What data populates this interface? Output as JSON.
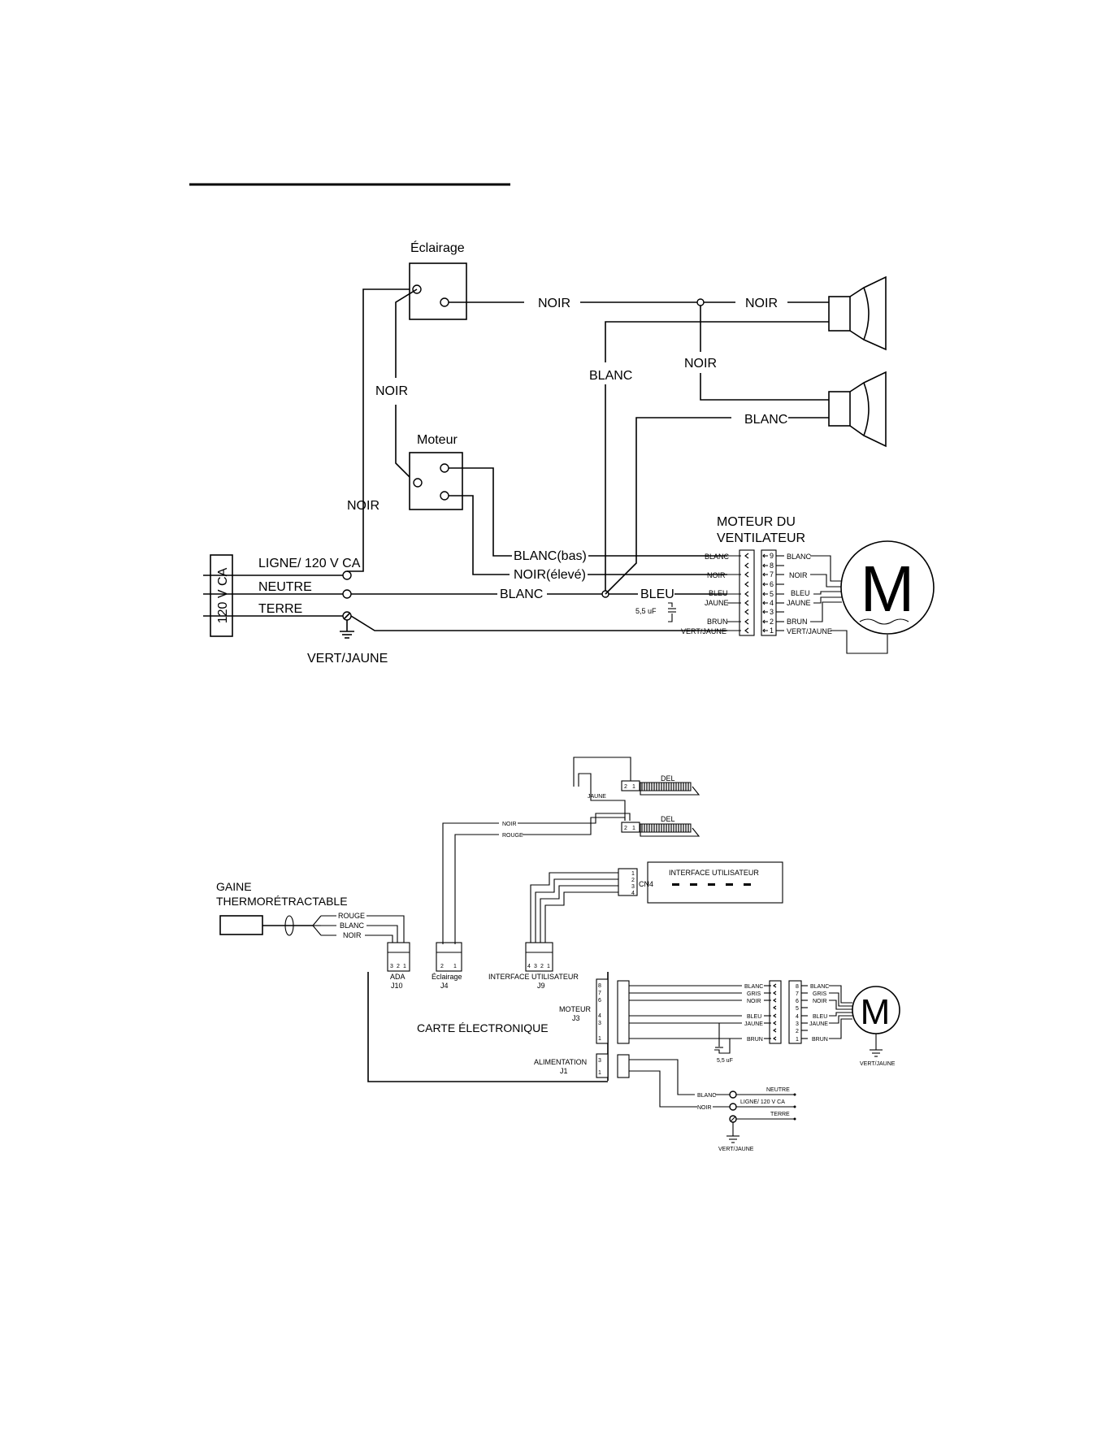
{
  "top": {
    "switch_light_label": "Éclairage",
    "switch_motor_label": "Moteur",
    "noir_a": "NOIR",
    "noir_b": "NOIR",
    "noir_c": "NOIR",
    "noir_d": "NOIR",
    "noir_e": "NOIR",
    "blanc_a": "BLANC",
    "blanc_b": "BLANC",
    "blanc_c": "BLANC",
    "supply_vertical": "120 V CA",
    "ligne": "LIGNE/ 120 V CA",
    "neutre": "NEUTRE",
    "terre": "TERRE",
    "vert_jaune": "VERT/JAUNE",
    "blanc_bas": "BLANC(bas)",
    "noir_eleve": "NOIR(élevé)",
    "bleu": "BLEU",
    "motor_title_1": "MOTEUR DU",
    "motor_title_2": "VENTILATEUR",
    "motor_symbol": "M",
    "capacitor": "5,5 uF",
    "plug_left_wires": [
      "BLANC",
      "NOIR",
      "BLEU",
      "JAUNE",
      "BRUN",
      "VERT/JAUNE"
    ],
    "plug_right_wires": [
      "BLANC",
      "NOIR",
      "BLEU",
      "JAUNE",
      "BRUN",
      "VERT/JAUNE"
    ],
    "pin_numbers": [
      "9",
      "8",
      "7",
      "6",
      "5",
      "4",
      "3",
      "2",
      "1"
    ]
  },
  "bottom": {
    "sleeve_1": "GAINE",
    "sleeve_2": "THERMORÉTRACTABLE",
    "rouge": "ROUGE",
    "blanc": "BLANC",
    "noir": "NOIR",
    "ada": "ADA",
    "j10": "J10",
    "eclairage": "Éclairage",
    "j4": "J4",
    "interface_label": "INTERFACE UTILISATEUR",
    "j9": "J9",
    "board": "CARTE ÉLECTRONIQUE",
    "moteur": "MOTEUR",
    "j3": "J3",
    "alimentation": "ALIMENTATION",
    "j1": "J1",
    "del_1": "DEL",
    "del_2": "DEL",
    "jaune_led": "JAUNE",
    "noir_led": "NOIR",
    "rouge_led": "ROUGE",
    "ui_title": "INTERFACE UTILISATEUR",
    "cn4": "CN4",
    "motor_symbol": "M",
    "motor_wires_left": [
      "BLANC",
      "GRIS",
      "NOIR",
      "BLEU",
      "JAUNE",
      "BRUN"
    ],
    "motor_wires_right": [
      "BLANC",
      "GRIS",
      "NOIR",
      "BLEU",
      "JAUNE",
      "BRUN"
    ],
    "capacitor": "5,5 uF",
    "motor_ground": "VERT/JAUNE",
    "psu_blanc": "BLANC",
    "psu_noir": "NOIR",
    "psu_neutre": "NEUTRE",
    "psu_ligne": "LIGNE/ 120 V CA",
    "psu_terre": "TERRE",
    "psu_ground": "VERT/JAUNE",
    "j10_pins": [
      "3",
      "2",
      "1"
    ],
    "j4_pins": [
      "2",
      "1"
    ],
    "j9_pins": [
      "4",
      "3",
      "2",
      "1"
    ],
    "j3_pins": [
      "8",
      "7",
      "6",
      "4",
      "3",
      "1"
    ],
    "j1_pins": [
      "3",
      "1"
    ],
    "plug_pins": [
      "8",
      "7",
      "6",
      "5",
      "4",
      "3",
      "2",
      "1"
    ],
    "cn4_pins": [
      "1",
      "2",
      "3",
      "4"
    ],
    "led_pins": [
      "2",
      "1"
    ]
  }
}
